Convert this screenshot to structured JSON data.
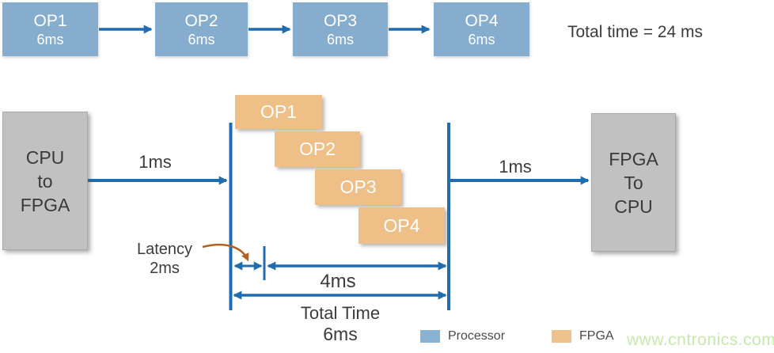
{
  "colors": {
    "processor_blue": "#86ADCD",
    "fpga_orange": "#EEBF86",
    "arrow_blue": "#1F6CB0",
    "gray_box": "#C1C1C1",
    "dark_text": "#3B3B3B",
    "latency_pointer_brown": "#B2611F",
    "watermark_green": "#C6E9AD"
  },
  "sequential": {
    "ops": [
      {
        "name": "OP1",
        "time": "6ms"
      },
      {
        "name": "OP2",
        "time": "6ms"
      },
      {
        "name": "OP3",
        "time": "6ms"
      },
      {
        "name": "OP4",
        "time": "6ms"
      }
    ],
    "total_label": "Total time = 24 ms"
  },
  "pipeline": {
    "left_box": {
      "lines": [
        "CPU",
        "to",
        "FPGA"
      ]
    },
    "right_box": {
      "lines": [
        "FPGA",
        "To",
        "CPU"
      ]
    },
    "transfer_in_label": "1ms",
    "transfer_out_label": "1ms",
    "ops": [
      "OP1",
      "OP2",
      "OP3",
      "OP4"
    ],
    "latency_label": "Latency",
    "latency_value": "2ms",
    "pipeline_span_label": "4ms",
    "total_label": "Total Time",
    "total_value": "6ms"
  },
  "legend": {
    "processor_label": "Processor",
    "fpga_label": "FPGA"
  },
  "watermark": "www.cntronics.com"
}
